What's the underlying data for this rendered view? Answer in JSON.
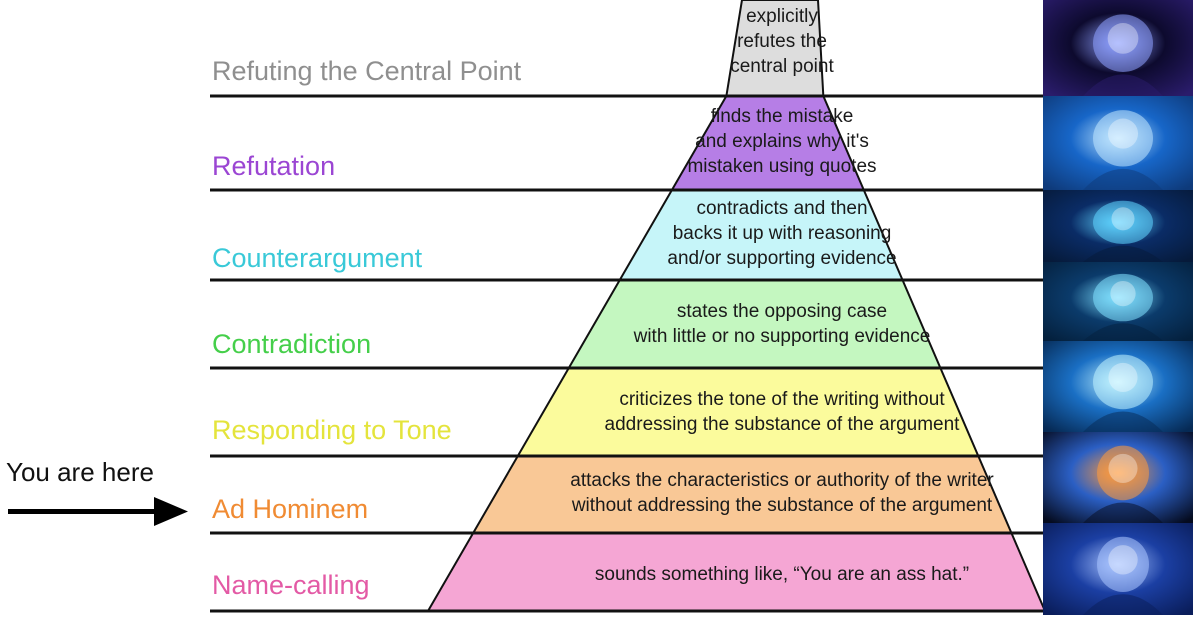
{
  "pointer": {
    "text": "You are here",
    "target_level": "Ad Hominem"
  },
  "colors": {
    "line": "#111111",
    "arrow": "#000000"
  },
  "levels": [
    {
      "name": "Refuting the Central Point",
      "label_color": "#8f8f8f",
      "fill": "#dddddd",
      "description_lines": [
        "explicitly",
        "refutes the",
        "central point"
      ]
    },
    {
      "name": "Refutation",
      "label_color": "#9b46d3",
      "fill": "#b67ee6",
      "description_lines": [
        "finds the mistake",
        "and explains why it's",
        "mistaken using quotes"
      ]
    },
    {
      "name": "Counterargument",
      "label_color": "#39c9d8",
      "fill": "#c6f5f9",
      "description_lines": [
        "contradicts and then",
        "backs it up with reasoning",
        "and/or supporting evidence"
      ]
    },
    {
      "name": "Contradiction",
      "label_color": "#45cf4a",
      "fill": "#c4f7c0",
      "description_lines": [
        "states the opposing case",
        "with little or no supporting evidence"
      ]
    },
    {
      "name": "Responding to Tone",
      "label_color": "#e4e43c",
      "fill": "#fbfb9c",
      "description_lines": [
        "criticizes the tone of the writing without",
        "addressing the substance of the argument"
      ]
    },
    {
      "name": "Ad Hominem",
      "label_color": "#f08b33",
      "fill": "#f9c896",
      "description_lines": [
        "attacks the characteristics or authority of the writer",
        "without addressing the substance of the argument"
      ]
    },
    {
      "name": "Name-calling",
      "label_color": "#e35aa5",
      "fill": "#f5a6d4",
      "description_lines": [
        "sounds something like, “You are an ass hat.”"
      ]
    }
  ],
  "thumbnails": [
    {
      "icon": "cosmic-meditation-icon",
      "tone": [
        "#2a1c6b",
        "#8ea0ff",
        "#0d0a2e"
      ]
    },
    {
      "icon": "glowing-blue-figure-icon",
      "tone": [
        "#0e3a7a",
        "#bfe6ff",
        "#1766c8"
      ]
    },
    {
      "icon": "cosmic-brain-icon",
      "tone": [
        "#061a3a",
        "#5fd3ff",
        "#0a2c66"
      ]
    },
    {
      "icon": "glowing-head-icon",
      "tone": [
        "#04203d",
        "#7fe0ff",
        "#0b3b6b"
      ]
    },
    {
      "icon": "radiant-brain-icon",
      "tone": [
        "#062a55",
        "#bff2ff",
        "#1a6fc4"
      ]
    },
    {
      "icon": "brain-sparks-icon",
      "tone": [
        "#050b1f",
        "#ff9a3d",
        "#2b5fc4"
      ]
    },
    {
      "icon": "small-brain-skull-icon",
      "tone": [
        "#0a1d5a",
        "#a9c4ff",
        "#1b3fa3"
      ]
    }
  ]
}
